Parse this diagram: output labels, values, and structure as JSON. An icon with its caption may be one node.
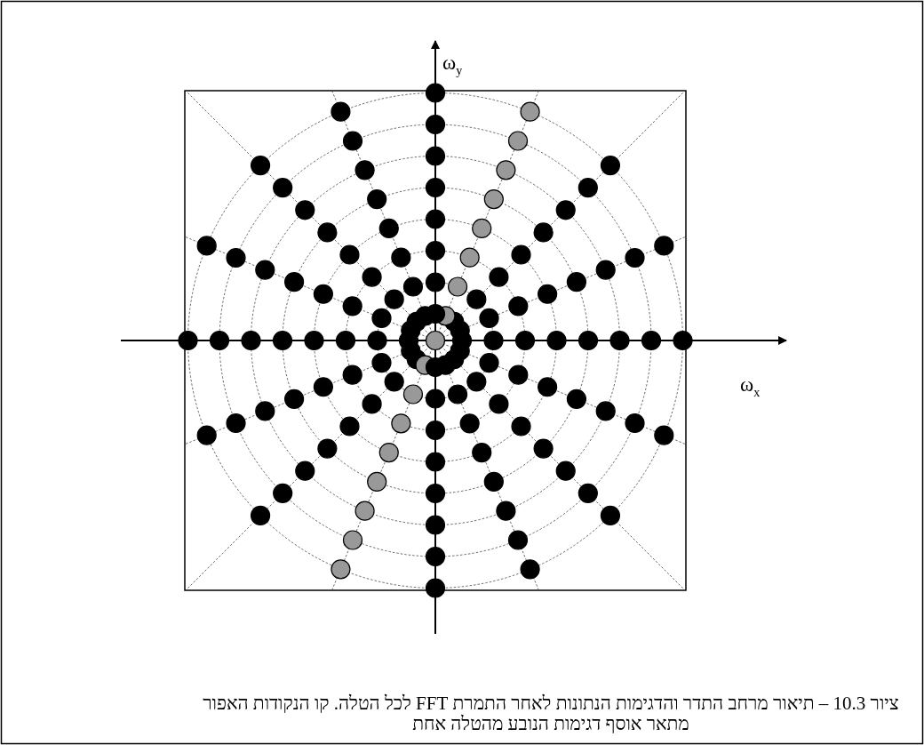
{
  "diagram": {
    "caption": "ציור 10.3 – תיאור מרחב התדר והדגימות הנתונות לאחר התמרת FFT לכל הטלה. קו הנקודות האפור מתאר אוסף דגימות הנובע מהטלה אחת",
    "labels": [
      "ω$_{y}$",
      "ω$_{x}$"
    ]
  }
}
